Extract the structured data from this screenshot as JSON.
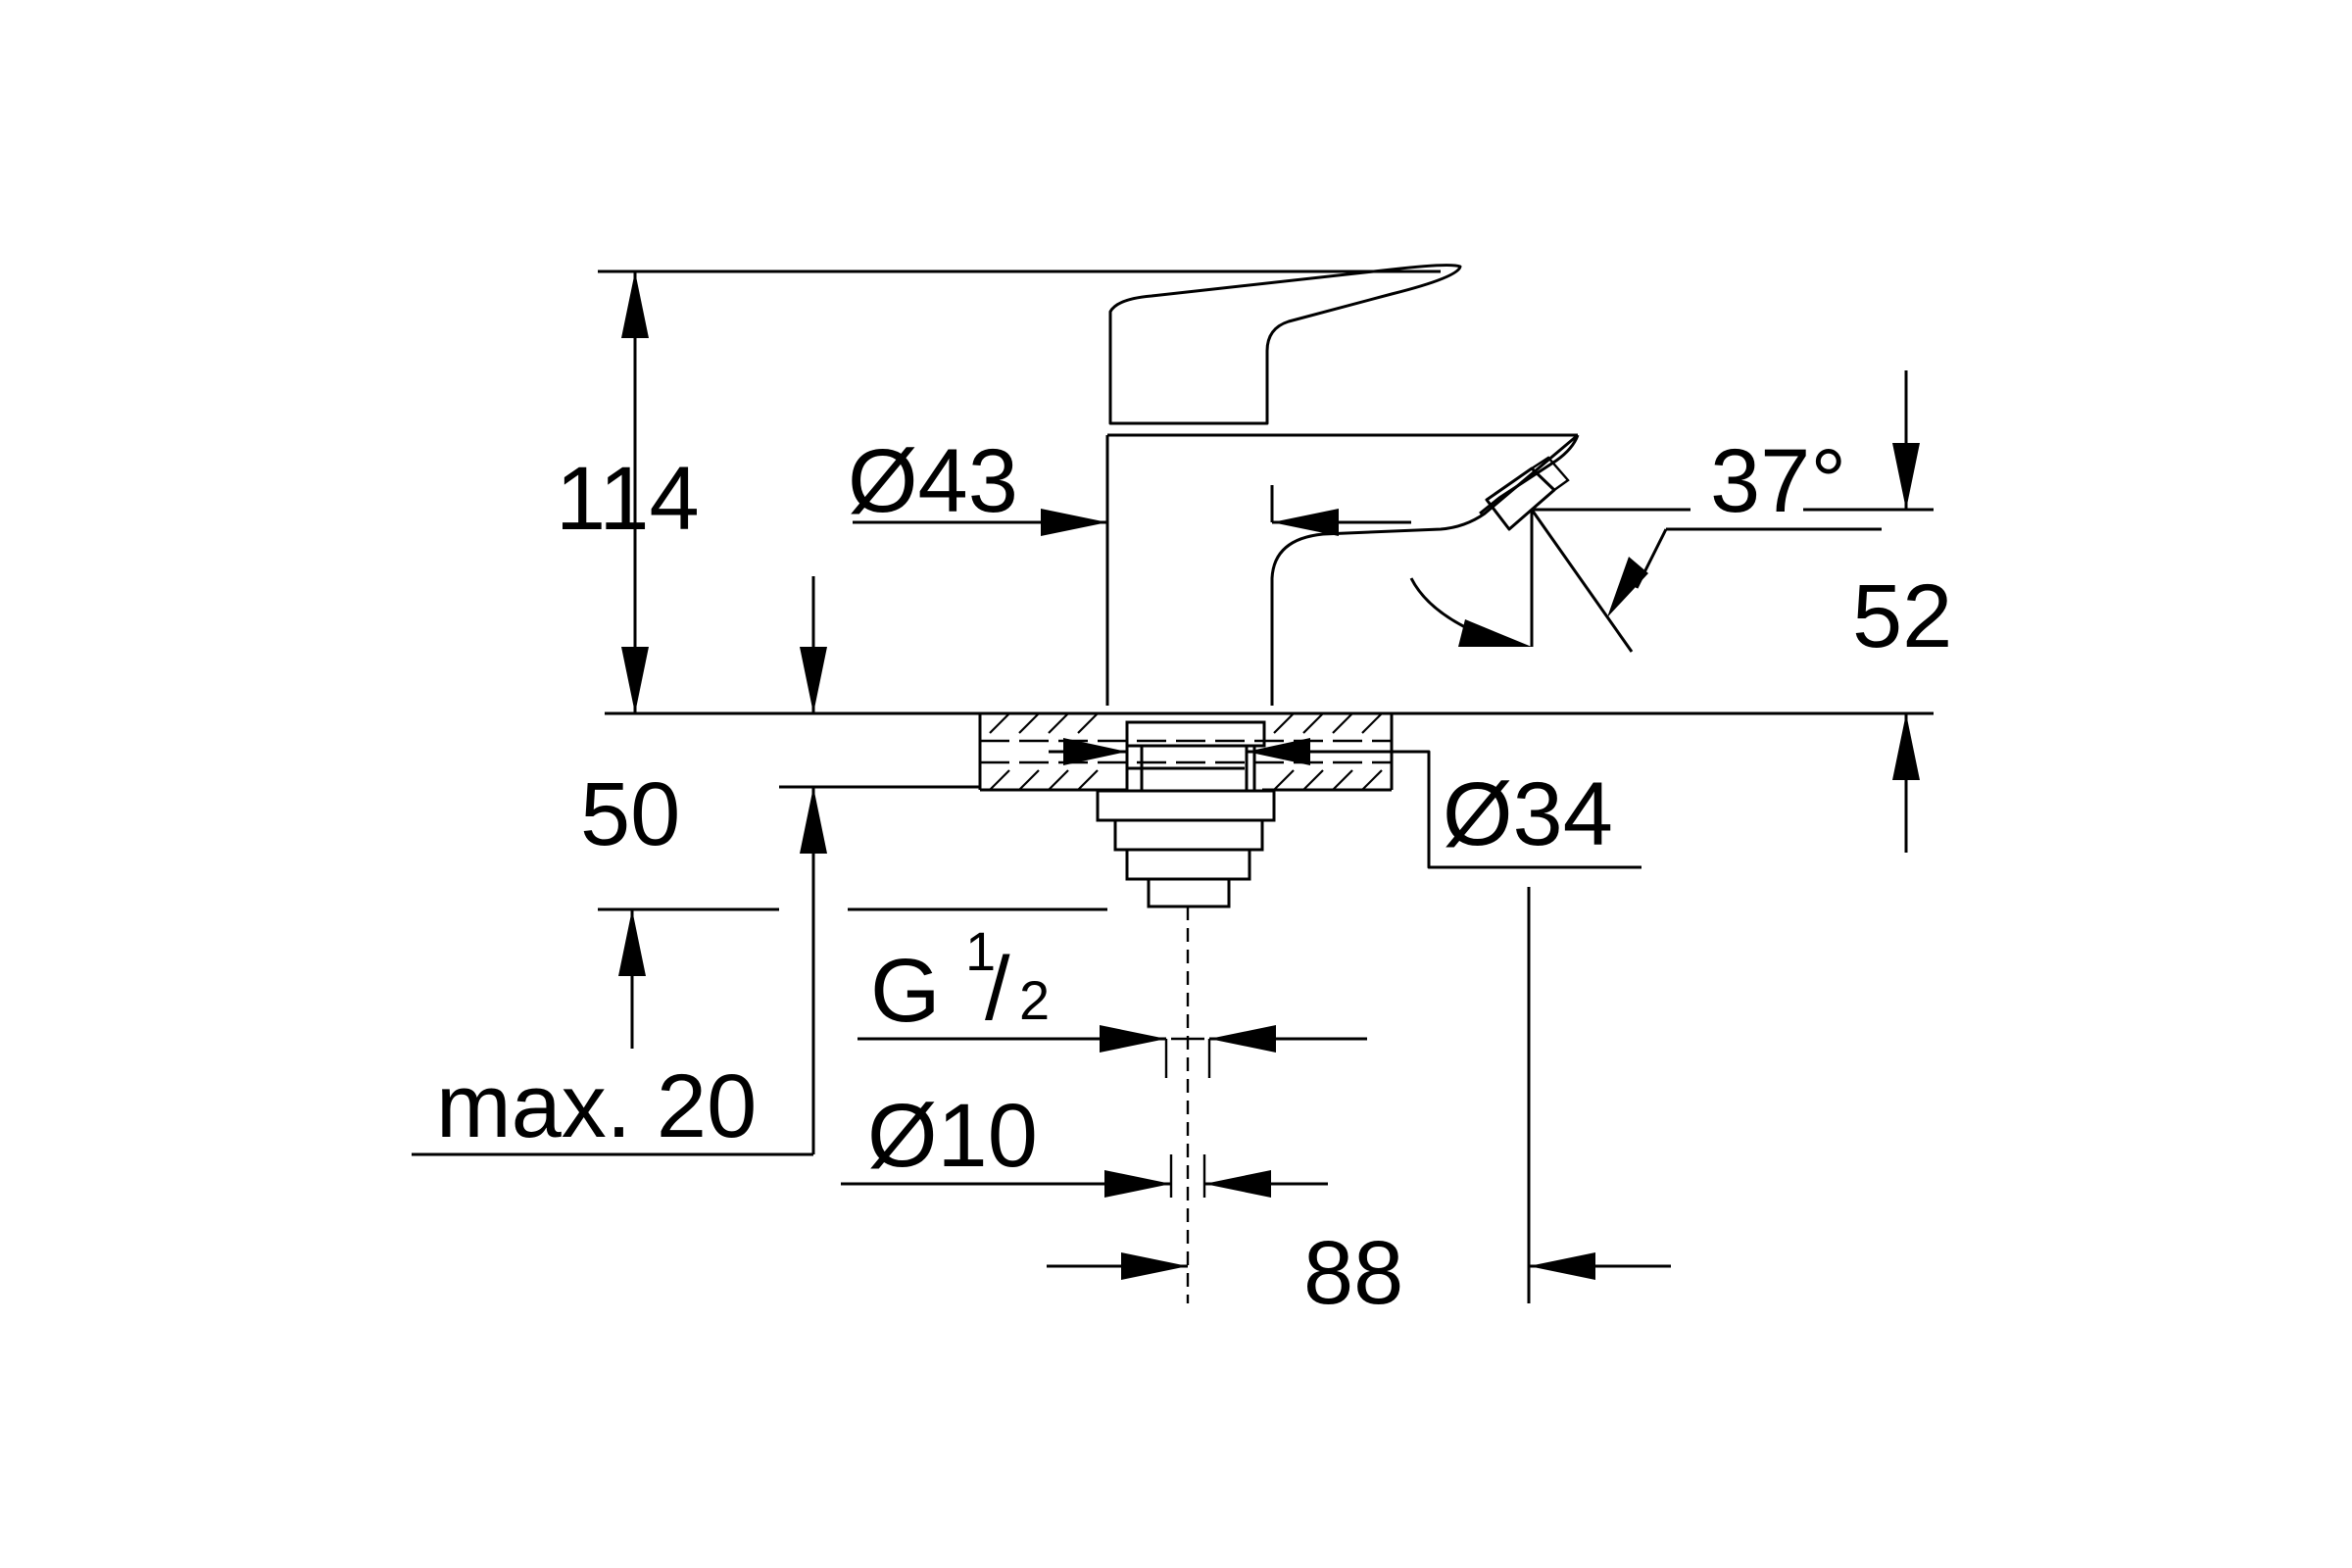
{
  "dimensions": {
    "height_total": "114",
    "height_spout": "52",
    "mount_depth": "50",
    "max_thickness": "max. 20",
    "body_diameter": "Ø43",
    "hole_diameter": "Ø34",
    "spout_angle": "37°",
    "thread_main": "G",
    "thread_num": "1",
    "thread_den": "2",
    "pipe_diameter": "Ø10",
    "projection": "88"
  },
  "icons": {
    "arrowhead": "filled-triangle-arrow"
  }
}
